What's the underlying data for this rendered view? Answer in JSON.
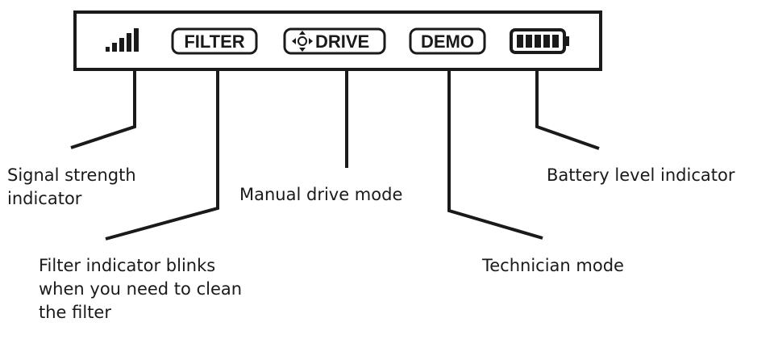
{
  "display": {
    "signal_icon": "signal-strength-bars-icon",
    "filter_label": "FILTER",
    "drive_icon": "four-direction-arrows-icon",
    "drive_label": "DRIVE",
    "demo_label": "DEMO",
    "battery_icon": "battery-full-icon"
  },
  "callouts": {
    "signal": "Signal strength\nindicator",
    "filter": "Filter indicator blinks\nwhen you need to clean\nthe filter",
    "drive": "Manual drive mode",
    "technician": "Technician mode",
    "battery": "Battery level indicator"
  },
  "colors": {
    "ink": "#1a1a1a",
    "background": "#ffffff"
  }
}
